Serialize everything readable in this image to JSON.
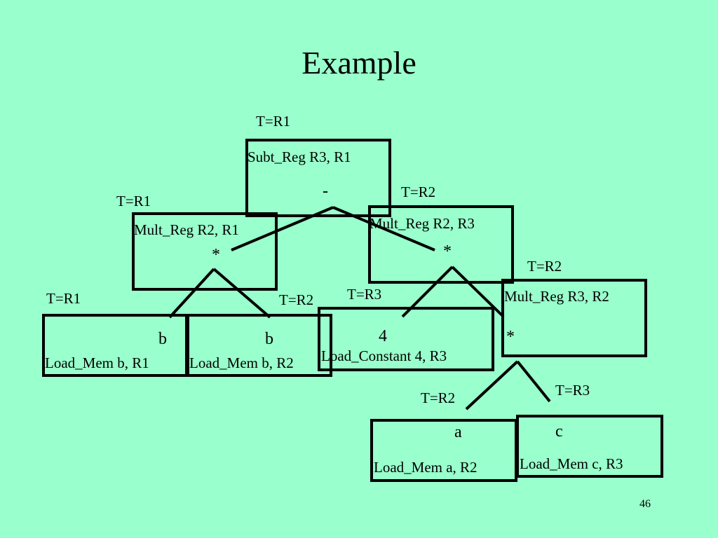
{
  "title": "Example",
  "slide_number": "46",
  "nodes": {
    "subt": {
      "instr": "Subt_Reg R3, R1",
      "op": "-",
      "t": "T=R1"
    },
    "mult_left": {
      "instr": "Mult_Reg R2, R1",
      "op": "*",
      "t": "T=R1"
    },
    "mult_right": {
      "instr": "Mult_Reg R2, R3",
      "op": "*",
      "t": "T=R2"
    },
    "mult_inner": {
      "instr": "Mult_Reg R3, R2",
      "op": "*",
      "t": "T=R2"
    },
    "load_b1": {
      "instr": "Load_Mem b, R1",
      "op": "b",
      "t": "T=R1"
    },
    "load_b2": {
      "instr": "Load_Mem b, R2",
      "op": "b",
      "t": "T=R2"
    },
    "load_4": {
      "instr": "Load_Constant 4, R3",
      "op": "4",
      "t": "T=R3"
    },
    "load_a": {
      "instr": "Load_Mem a, R2",
      "op": "a",
      "t": "T=R2"
    },
    "load_c": {
      "instr": "Load_Mem c, R3",
      "op": "c",
      "t": "T=R3"
    }
  }
}
